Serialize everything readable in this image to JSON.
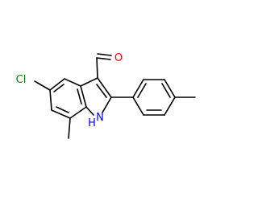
{
  "molecule": {
    "atoms": {
      "chlorine": {
        "symbol": "Cl",
        "color": "#008000"
      },
      "oxygen": {
        "symbol": "O",
        "color": "#ff0000"
      },
      "nitrogen": {
        "symbol": "N",
        "color": "#0000ff"
      },
      "hydrogen": {
        "symbol": "H",
        "color": "#0000ff"
      }
    },
    "bond_color": "#000000",
    "background": "#ffffff"
  }
}
